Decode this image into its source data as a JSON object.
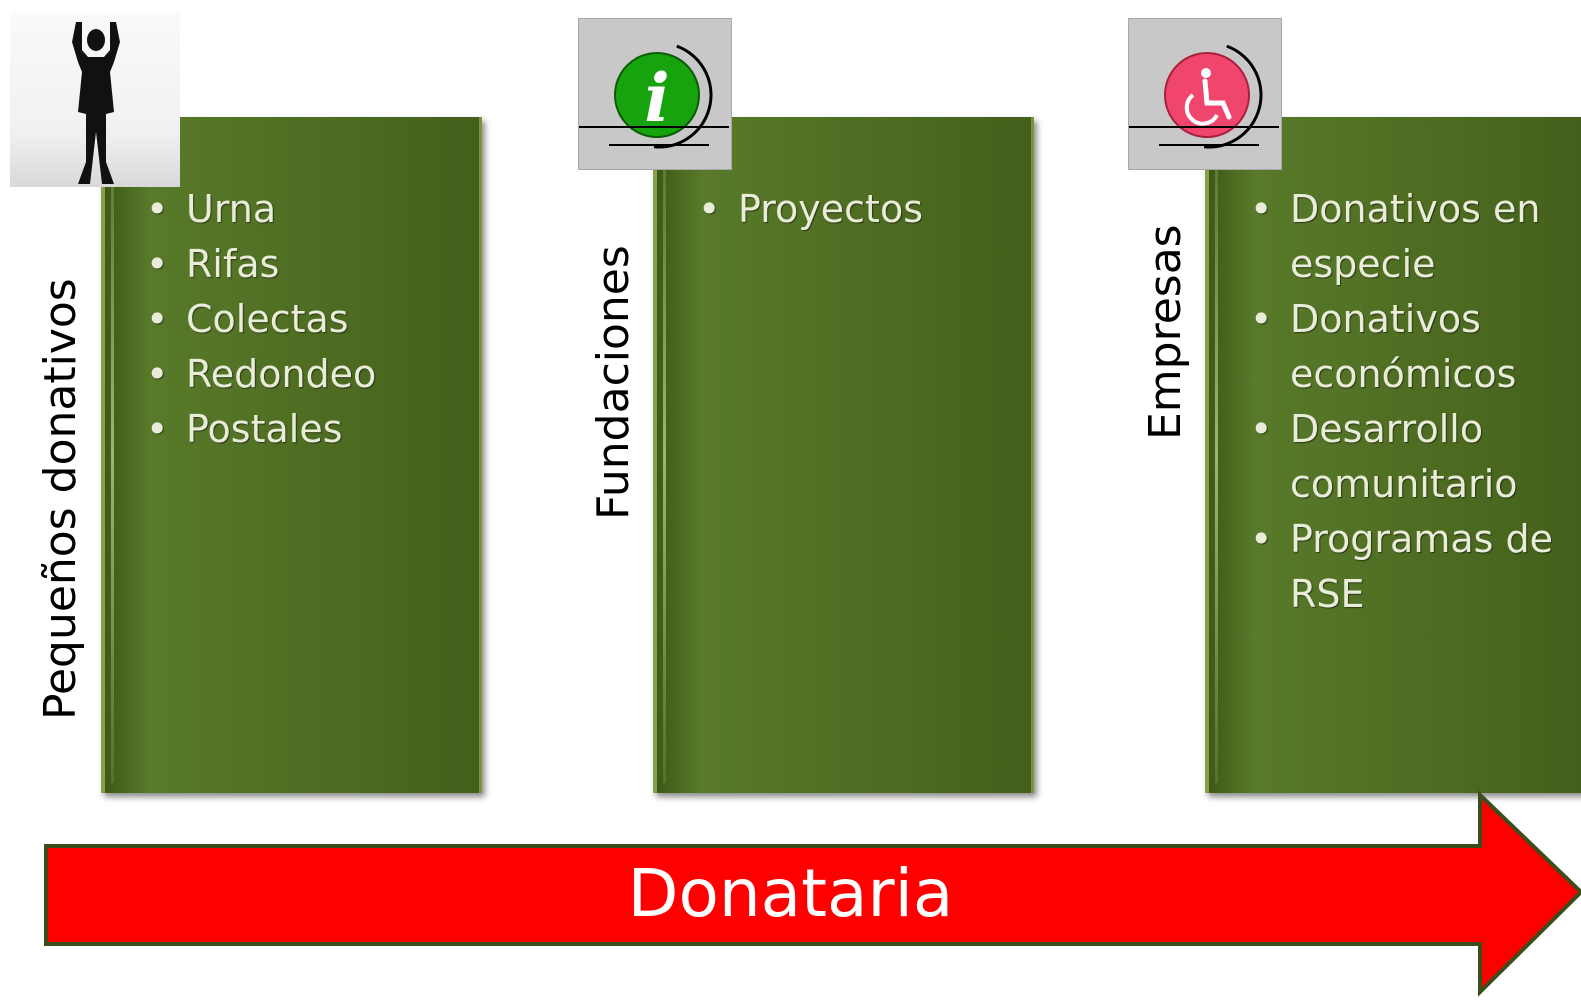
{
  "columns": [
    {
      "label": "Pequeños donativos",
      "icon": "person-silhouette-icon",
      "items": [
        "Urna",
        "Rifas",
        "Colectas",
        "Redondeo",
        "Postales"
      ]
    },
    {
      "label": "Fundaciones",
      "icon": "info-icon",
      "items": [
        "Proyectos"
      ]
    },
    {
      "label": "Empresas",
      "icon": "wheelchair-icon",
      "items": [
        "Donativos en especie",
        "Donativos económicos",
        "Desarrollo comunitario",
        "Programas de RSE"
      ]
    }
  ],
  "arrow": {
    "label": "Donataria"
  },
  "colors": {
    "box": "#4f6d22",
    "arrow": "#ff0000",
    "arrow_border": "#3a4d1a",
    "info_icon": "#17a30e",
    "wheelchair_icon": "#f0466e"
  }
}
